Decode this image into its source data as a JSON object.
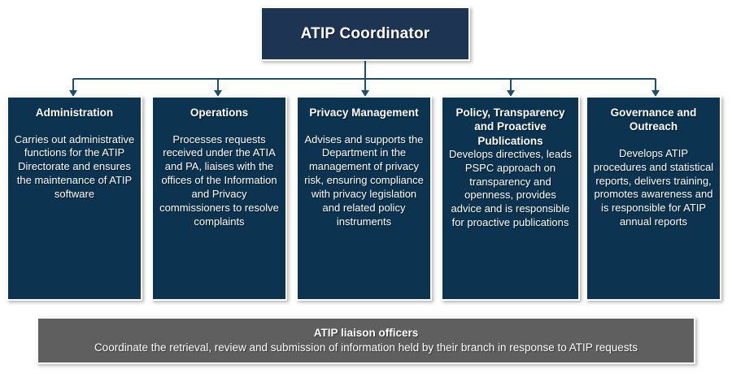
{
  "diagram": {
    "type": "organizational-chart",
    "colors": {
      "root_box": "#1d3553",
      "child_box": "#0c3350",
      "footer_box": "#5f5f5f",
      "connector": "#1f4e6b",
      "text": "#ffffff",
      "background": "#ffffff"
    },
    "root": {
      "title": "ATIP Coordinator"
    },
    "children": [
      {
        "title": "Administration",
        "body": "Carries out administrative functions for the ATIP Directorate and ensures the maintenance of ATIP software",
        "title_body_gap": true
      },
      {
        "title": "Operations",
        "body": "Processes requests received under the ATIA and PA, liaises with the offices of the Information and Privacy commissioners to resolve complaints",
        "title_body_gap": true
      },
      {
        "title": "Privacy Management",
        "body": "Advises and supports the Department in the management of privacy risk, ensuring compliance with privacy legislation and related policy instruments",
        "title_body_gap": true
      },
      {
        "title": "Policy, Transparency and Proactive Publications",
        "body": "Develops directives, leads PSPC approach on transparency and openness, provides advice and is responsible for proactive publications",
        "title_body_gap": false
      },
      {
        "title": "Governance and Outreach",
        "body": "Develops ATIP procedures and statistical reports, delivers training, promotes awareness and is responsible for ATIP annual reports",
        "title_body_gap": true
      }
    ],
    "footer": {
      "title": "ATIP liaison officers",
      "body": "Coordinate the retrieval, review and submission of information held by their branch in response to ATIP requests"
    }
  }
}
